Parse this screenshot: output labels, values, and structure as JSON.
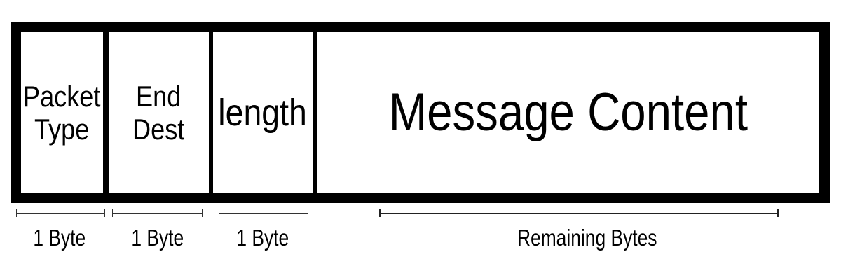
{
  "fields": [
    {
      "label": "Packet\nType",
      "size": "1 Byte"
    },
    {
      "label": "End\nDest",
      "size": "1 Byte"
    },
    {
      "label": "length",
      "size": "1 Byte"
    },
    {
      "label": "Message Content",
      "size": "Remaining Bytes"
    }
  ],
  "colors": {
    "frame": "#000000",
    "background": "#ffffff"
  }
}
